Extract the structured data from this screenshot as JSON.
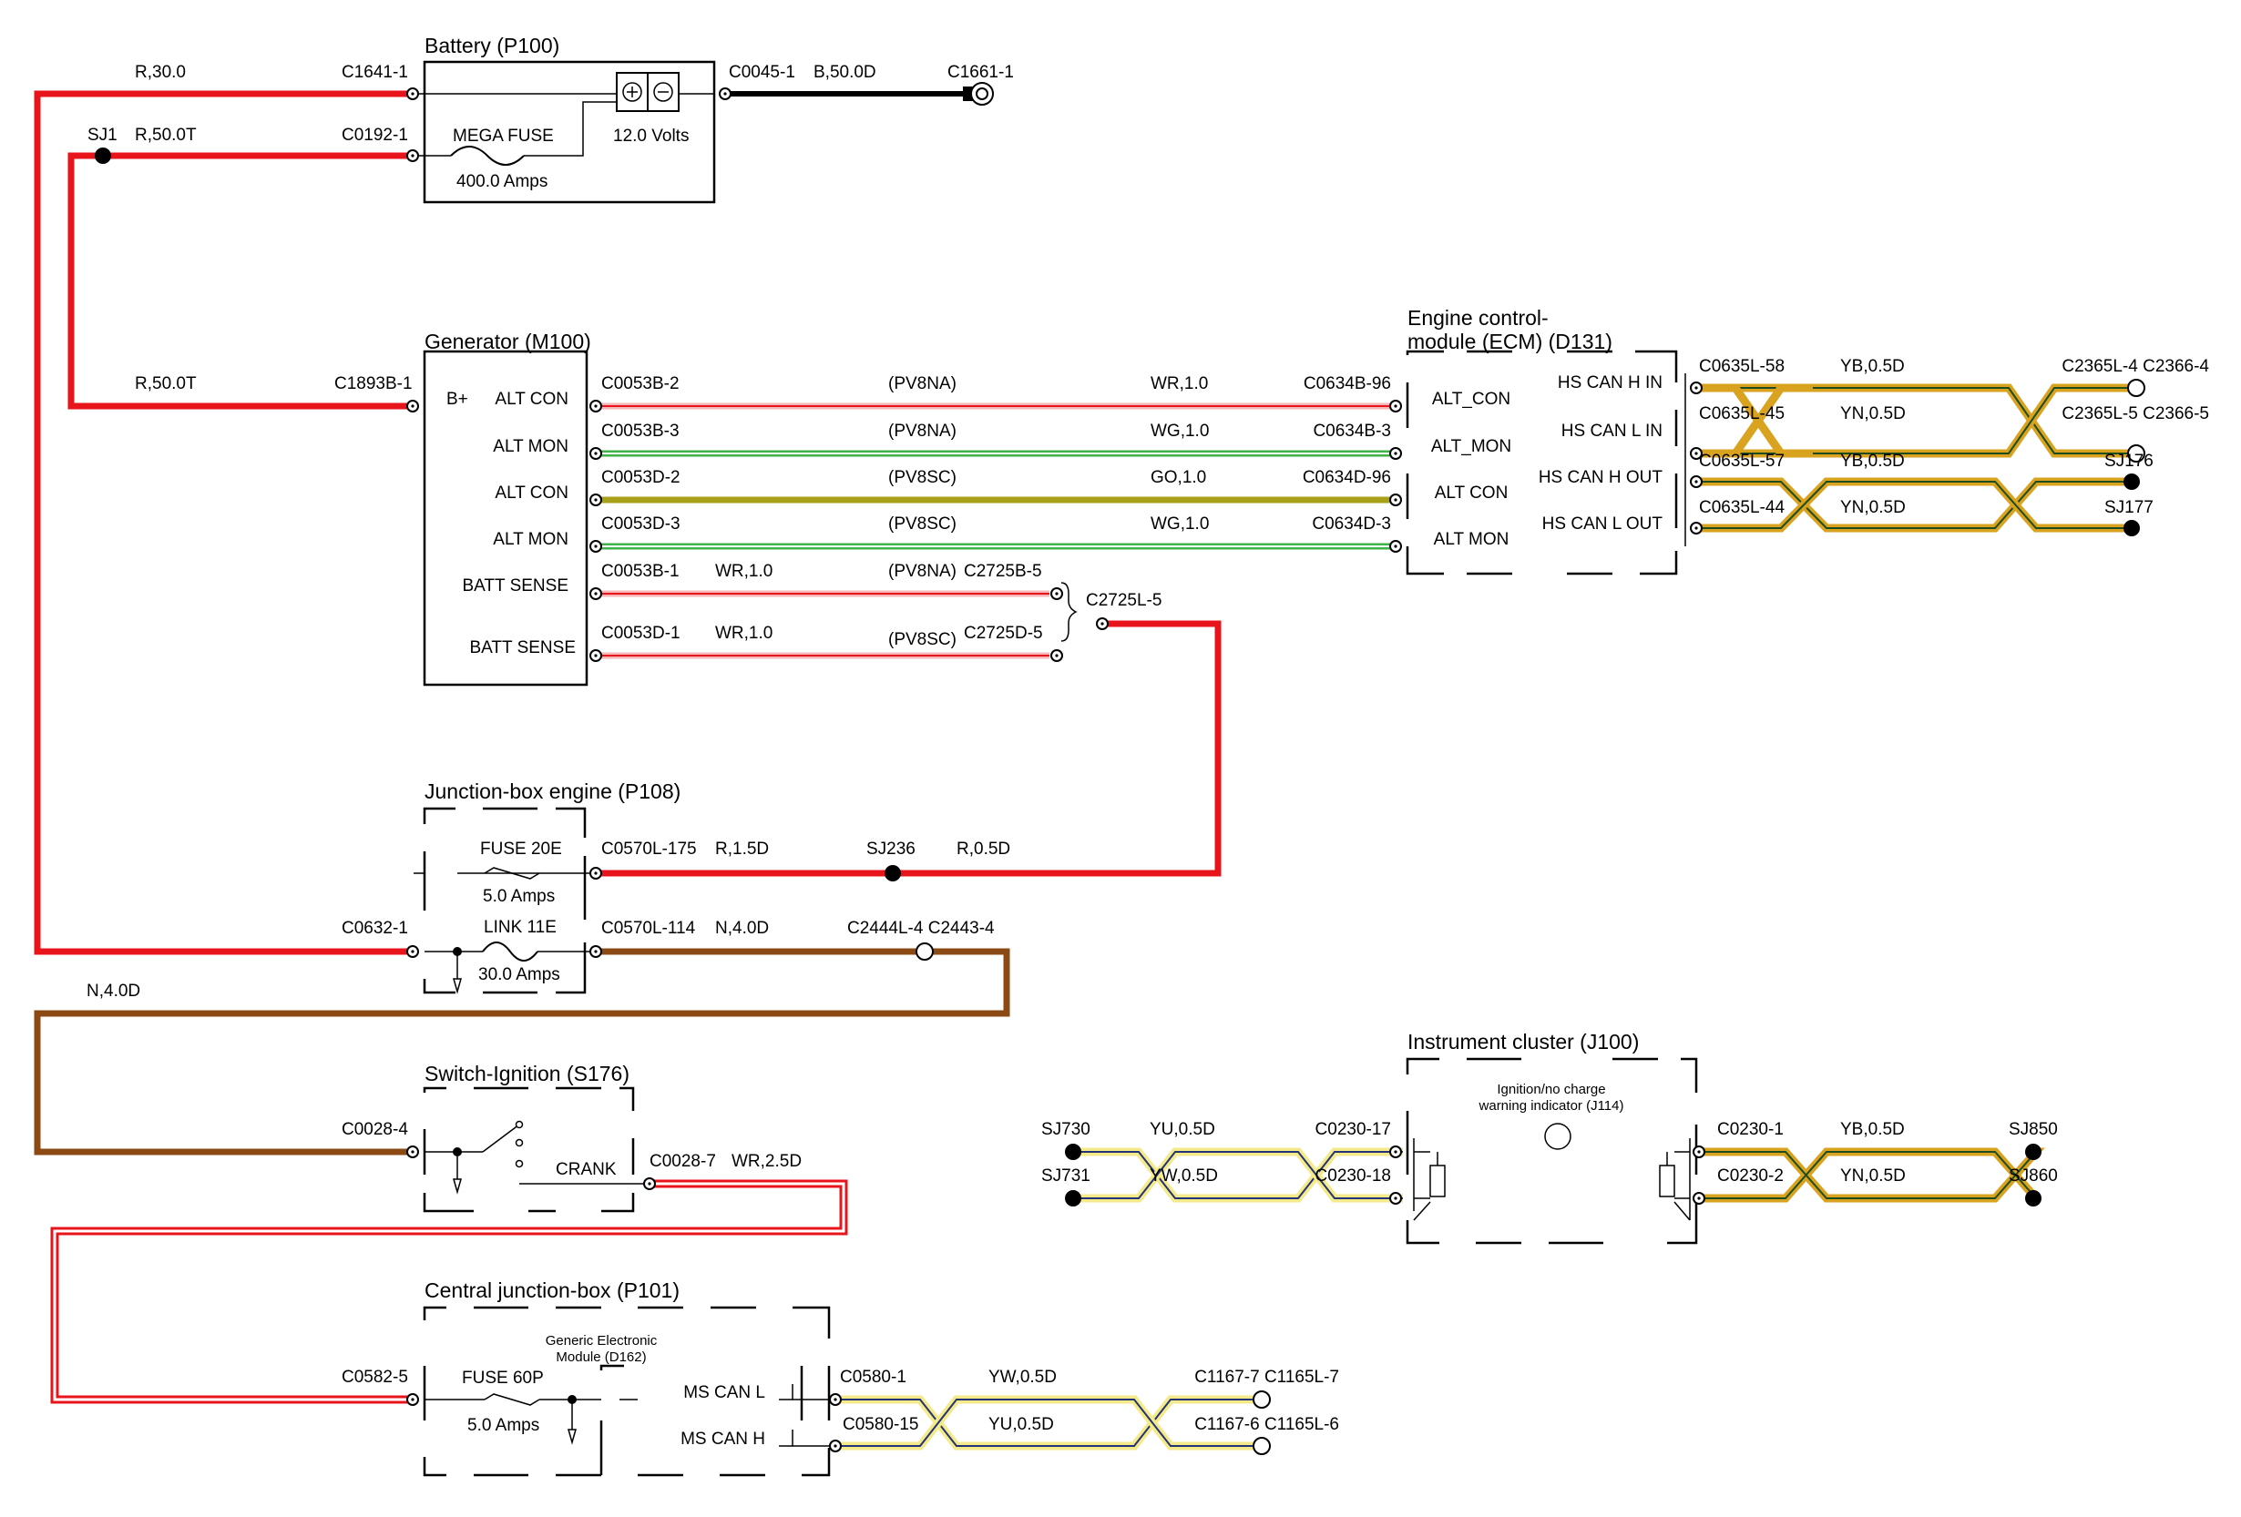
{
  "components": {
    "battery": {
      "title": "Battery (P100)",
      "fuse": "MEGA FUSE",
      "fuse_rating": "400.0 Amps",
      "volts": "12.0 Volts"
    },
    "generator": {
      "title": "Generator (M100)",
      "bplus": "B+",
      "pins": [
        "ALT CON",
        "ALT MON",
        "ALT CON",
        "ALT MON",
        "BATT SENSE",
        "BATT SENSE"
      ]
    },
    "ecm": {
      "title_line1": "Engine control-",
      "title_line2": "module (ECM) (D131)",
      "pins": [
        "ALT_CON",
        "ALT_MON",
        "ALT CON",
        "ALT MON"
      ],
      "can_pins": [
        "HS CAN H IN",
        "HS CAN L IN",
        "HS CAN H OUT",
        "HS CAN L OUT"
      ]
    },
    "jbe": {
      "title": "Junction-box engine (P108)",
      "fuse": "FUSE 20E",
      "fuse_rating": "5.0 Amps",
      "link": "LINK 11E",
      "link_rating": "30.0 Amps"
    },
    "ignition": {
      "title": "Switch-Ignition (S176)",
      "crank": "CRANK"
    },
    "cjb": {
      "title": "Central junction-box (P101)",
      "fuse": "FUSE 60P",
      "fuse_rating": "5.0 Amps",
      "gem_line1": "Generic Electronic",
      "gem_line2": "Module (D162)",
      "ms_can_l": "MS CAN L",
      "ms_can_h": "MS CAN H"
    },
    "cluster": {
      "title": "Instrument cluster (J100)",
      "ind_line1": "Ignition/no charge",
      "ind_line2": "warning indicator (J114)"
    }
  },
  "labels": {
    "r30": "R,30.0",
    "c1641": "C1641-1",
    "sj1": "SJ1",
    "r50t_a": "R,50.0T",
    "c0192": "C0192-1",
    "c0045": "C0045-1",
    "b50": "B,50.0D",
    "c1661": "C1661-1",
    "r50t_b": "R,50.0T",
    "c1893b": "C1893B-1",
    "c0053b2": "C0053B-2",
    "c0053b3": "C0053B-3",
    "c0053d2": "C0053D-2",
    "c0053d3": "C0053D-3",
    "c0053b1": "C0053B-1",
    "c0053d1": "C0053D-1",
    "pv8na1": "(PV8NA)",
    "pv8na2": "(PV8NA)",
    "pv8sc1": "(PV8SC)",
    "pv8sc2": "(PV8SC)",
    "pv8na3": "(PV8NA)",
    "pv8sc3": "(PV8SC)",
    "wr1a": "WR,1.0",
    "wg1a": "WG,1.0",
    "go1": "GO,1.0",
    "wg1b": "WG,1.0",
    "wr1b": "WR,1.0",
    "wr1c": "WR,1.0",
    "c0634b96": "C0634B-96",
    "c0634b3": "C0634B-3",
    "c0634d96": "C0634D-96",
    "c0634d3": "C0634D-3",
    "c2725b5": "C2725B-5",
    "c2725d5": "C2725D-5",
    "c2725l5": "C2725L-5",
    "c0635l58": "C0635L-58",
    "c0635l45": "C0635L-45",
    "c0635l57": "C0635L-57",
    "c0635l44": "C0635L-44",
    "yb05a": "YB,0.5D",
    "yn05a": "YN,0.5D",
    "yb05b": "YB,0.5D",
    "yn05b": "YN,0.5D",
    "c2365l4": "C2365L-4 C2366-4",
    "c2365l5": "C2365L-5 C2366-5",
    "sj176": "SJ176",
    "sj177": "SJ177",
    "c0570l175": "C0570L-175",
    "r15": "R,1.5D",
    "sj236": "SJ236",
    "r05": "R,0.5D",
    "c0632": "C0632-1",
    "c0570l114": "C0570L-114",
    "n40a": "N,4.0D",
    "c2444": "C2444L-4 C2443-4",
    "n40b": "N,4.0D",
    "c0028_4": "C0028-4",
    "c0028_7": "C0028-7",
    "wr25": "WR,2.5D",
    "c0582": "C0582-5",
    "c0580_1": "C0580-1",
    "c0580_15": "C0580-15",
    "yw05a": "YW,0.5D",
    "yu05a": "YU,0.5D",
    "c1167_7": "C1167-7 C1165L-7",
    "c1167_6": "C1167-6 C1165L-6",
    "sj730": "SJ730",
    "sj731": "SJ731",
    "yu05b": "YU,0.5D",
    "yw05b": "YW,0.5D",
    "c0230_17": "C0230-17",
    "c0230_18": "C0230-18",
    "c0230_1": "C0230-1",
    "c0230_2": "C0230-2",
    "yb05c": "YB,0.5D",
    "yn05c": "YN,0.5D",
    "sj850": "SJ850",
    "sj860": "SJ860"
  },
  "colors": {
    "red": "#e8141b",
    "black": "#000000",
    "brown": "#8b4a14",
    "green": "#3fb24a",
    "yellow": "#f5ea8a",
    "gold": "#d9a21f",
    "olive": "#a8a018",
    "navy": "#223377",
    "pink": "#f4b6b6"
  }
}
